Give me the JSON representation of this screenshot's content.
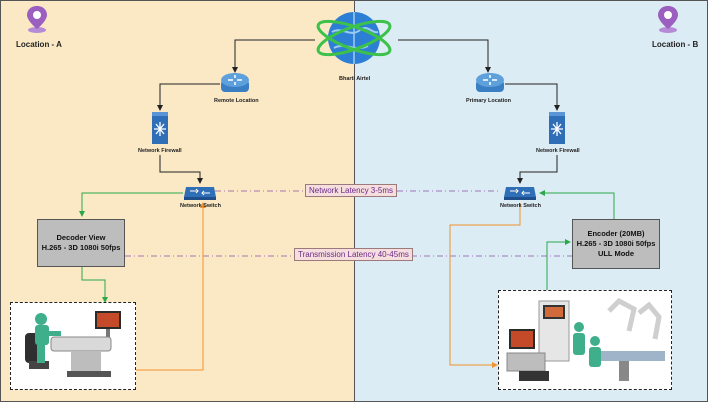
{
  "locations": {
    "a": "Location - A",
    "b": "Location - B"
  },
  "isp": {
    "label": "Bharti Airtel"
  },
  "routers": {
    "left": "Remote Location",
    "right": "Primary Location"
  },
  "firewalls": {
    "left": "Network Firewall",
    "right": "Network Firewall"
  },
  "switches": {
    "left": "Network Switch",
    "right": "Network Switch"
  },
  "decoder": {
    "line1": "Decoder View",
    "line2": "H.265 - 3D 1080i 50fps"
  },
  "encoder": {
    "line1": "Encoder (20MB)",
    "line2": "H.265 - 3D 1080i 50fps",
    "line3": "ULL Mode"
  },
  "latency": {
    "network": "Network Latency 3-5ms",
    "transmission": "Transmission Latency 40-45ms"
  },
  "colors": {
    "panel_a": "#fbe9c6",
    "panel_b": "#dcecf4",
    "green_link": "#2aa84a",
    "orange_link": "#f0922e",
    "purple_link": "#8a4fa8",
    "pin": "#9b5fc0"
  }
}
